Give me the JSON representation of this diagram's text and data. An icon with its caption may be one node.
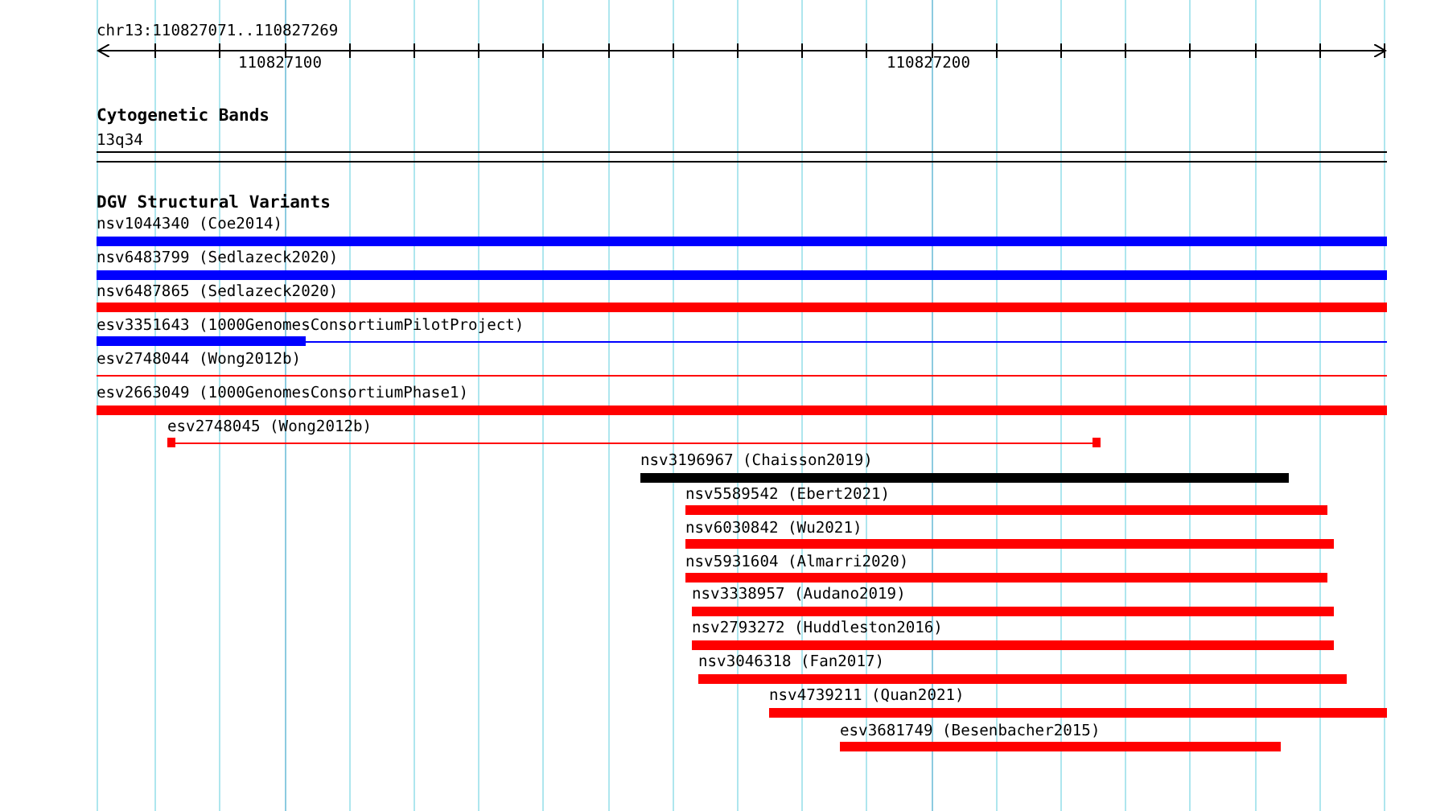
{
  "diagram": {
    "title": "chr13:110827071..110827269",
    "nodes": [
      {
        "text": [
          "13q34"
        ]
      },
      {
        "text": [
          "nsv1044340 (Coe2014)"
        ]
      },
      {
        "text": [
          "nsv6483799 (Sedlazeck2020)"
        ]
      },
      {
        "text": [
          "nsv6487865 (Sedlazeck2020)"
        ]
      },
      {
        "text": [
          "esv3351643 (1000GenomesConsortiumPilotProject)"
        ]
      },
      {
        "text": [
          "esv2748044 (Wong2012b)"
        ]
      },
      {
        "text": [
          "esv2663049 (1000GenomesConsortiumPhase1)"
        ]
      },
      {
        "text": [
          "esv2748045 (Wong2012b)"
        ]
      },
      {
        "text": [
          "nsv3196967 (Chaisson2019)"
        ]
      },
      {
        "text": [
          "nsv5589542 (Ebert2021)"
        ]
      },
      {
        "text": [
          "nsv6030842 (Wu2021)"
        ]
      },
      {
        "text": [
          "nsv5931604 (Almarri2020)"
        ]
      },
      {
        "text": [
          "nsv3338957 (Audano2019)"
        ]
      },
      {
        "text": [
          "nsv2793272 (Huddleston2016)"
        ]
      },
      {
        "text": [
          "nsv3046318 (Fan2017)"
        ]
      },
      {
        "text": [
          "nsv4739211 (Quan2021)"
        ]
      },
      {
        "text": [
          "esv3681749 (Besenbacher2015)"
        ]
      }
    ],
    "labels": [
      "110827100",
      "110827200",
      "Cytogenetic Bands",
      "DGV Structural Variants"
    ]
  }
}
